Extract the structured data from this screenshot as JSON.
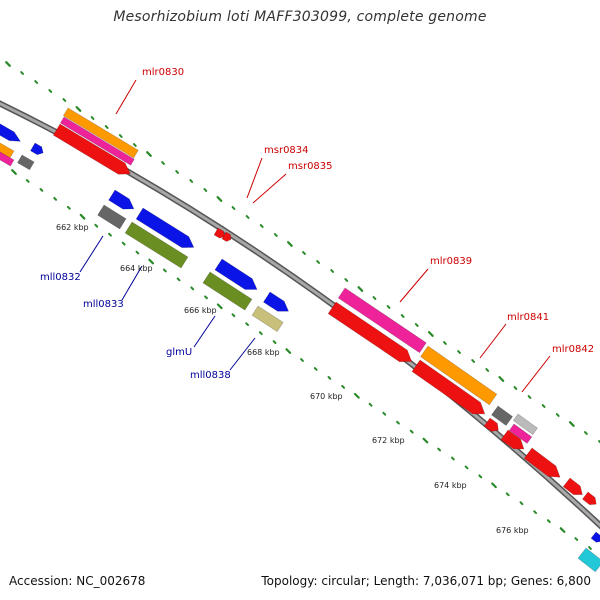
{
  "title": "Mesorhizobium loti MAFF303099, complete genome",
  "accession": "Accession: NC_002678",
  "summary": "Topology: circular; Length: 7,036,071 bp; Genes: 6,800",
  "colors": {
    "backbone": "#888888",
    "tick": "#2a8a2a",
    "forward_label": "#cc0000",
    "reverse_label": "#000099",
    "blue": "#0a14e6",
    "red": "#ee1111",
    "orange": "#ff9900",
    "magenta": "#ee2299",
    "gray": "#666666",
    "olive": "#6b8e23",
    "khaki": "#c8c07a",
    "light_gray": "#bbbbbb",
    "cyan": "#22c8d8"
  },
  "kbp_ticks": [
    "662 kbp",
    "664 kbp",
    "666 kbp",
    "668 kbp",
    "670 kbp",
    "672 kbp",
    "674 kbp",
    "676 kbp"
  ],
  "forward_labels": [
    "mlr0830",
    "msr0834",
    "msr0835",
    "mlr0839",
    "mlr0841",
    "mlr0842"
  ],
  "reverse_labels": [
    "mll0832",
    "mll0833",
    "glmU",
    "mll0838"
  ]
}
